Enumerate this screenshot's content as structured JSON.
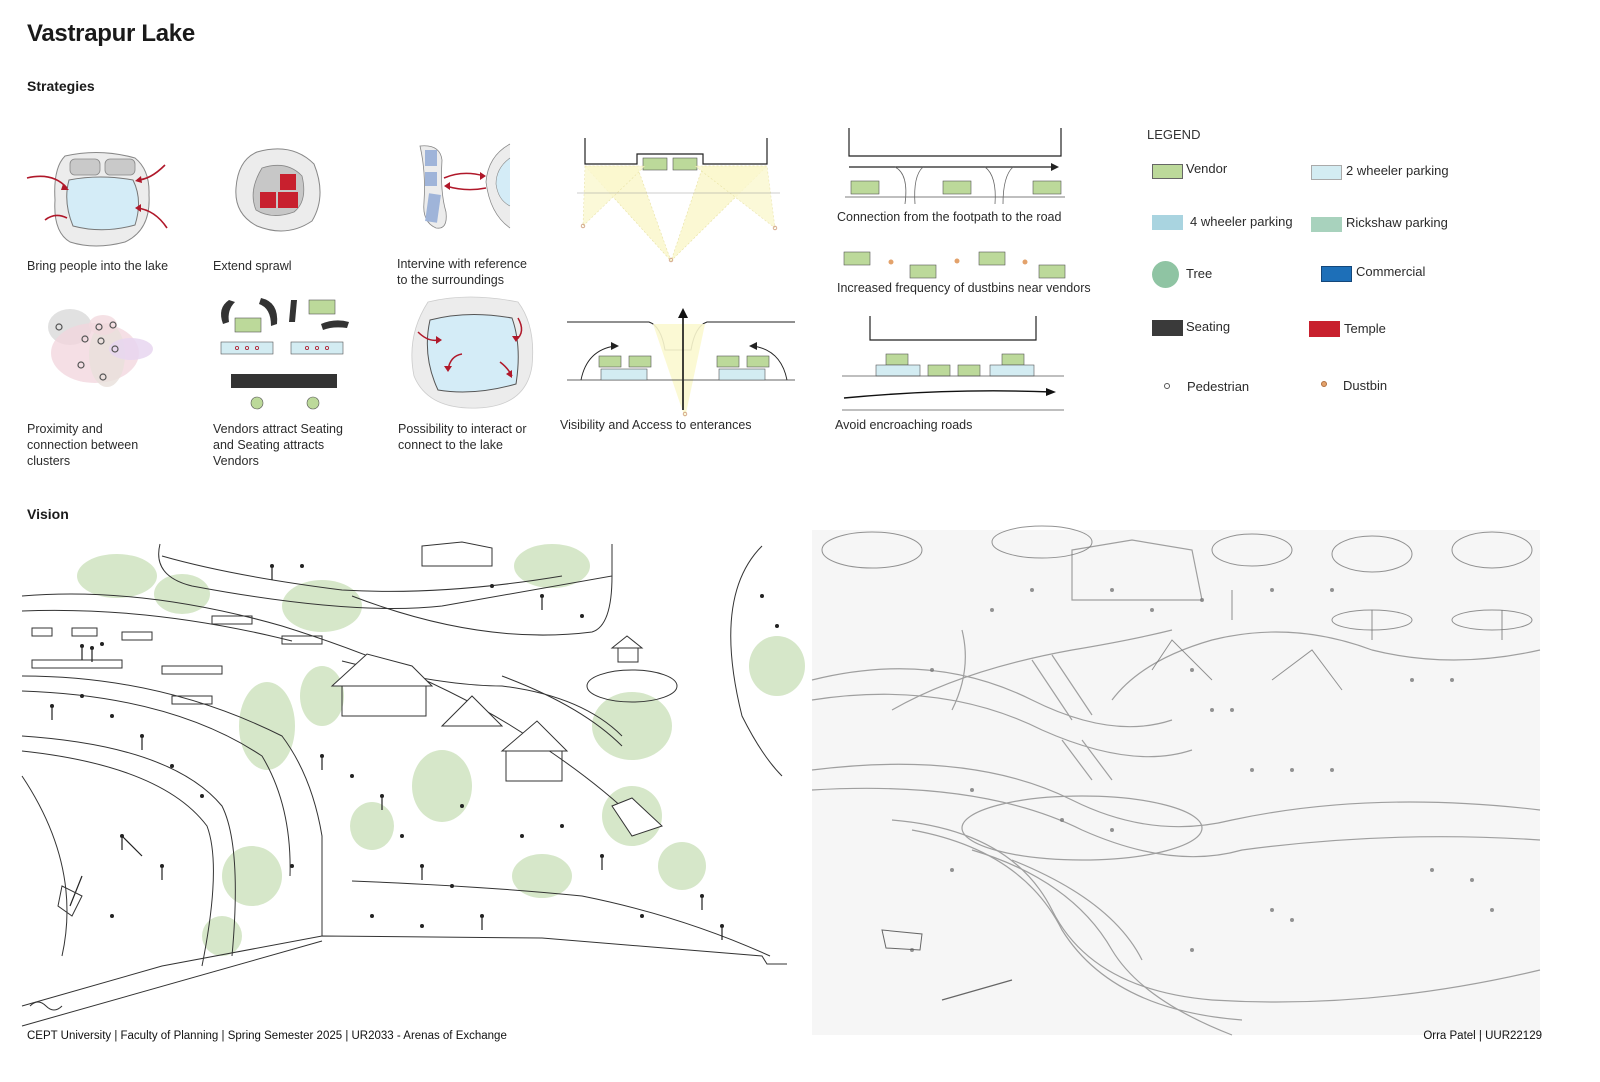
{
  "page": {
    "title": "Vastrapur Lake",
    "strategies_heading": "Strategies",
    "vision_heading": "Vision"
  },
  "strategies": {
    "bring_people": "Bring people into the lake",
    "extend_sprawl": "Extend sprawl",
    "intervine_1": "Intervine with reference",
    "intervine_2": "to the surroundings",
    "proximity_1": "Proximity and",
    "proximity_2": "connection between",
    "proximity_3": "clusters",
    "vendors_1": "Vendors attract Seating",
    "vendors_2": "and Seating attracts",
    "vendors_3": "Vendors",
    "possibility_1": "Possibility to interact or",
    "possibility_2": "connect to the lake",
    "visibility": "Visibility and Access to enterances",
    "connection": "Connection from the footpath to the road",
    "dustbins": "Increased frequency of dustbins near vendors",
    "encroach": "Avoid encroaching roads"
  },
  "legend": {
    "title": "LEGEND",
    "items": [
      {
        "label": "Vendor",
        "color": "#bcd99a"
      },
      {
        "label": "2 wheeler parking",
        "color": "#d3ecf2"
      },
      {
        "label": "4 wheeler parking",
        "color": "#a9d4e0"
      },
      {
        "label": "Rickshaw parking",
        "color": "#a8d2bd"
      },
      {
        "label": "Tree",
        "color": "#8fc4a3"
      },
      {
        "label": "Commercial",
        "color": "#1d6fb8"
      },
      {
        "label": "Seating",
        "color": "#3a3a3a"
      },
      {
        "label": "Temple",
        "color": "#c8202e"
      },
      {
        "label": "Pedestrian",
        "color": "#ffffff"
      },
      {
        "label": "Dustbin",
        "color": "#e3a26b"
      }
    ]
  },
  "footer": {
    "left": "CEPT University | Faculty of Planning | Spring Semester 2025 | UR2033 - Arenas of Exchange",
    "right": "Orra Patel | UUR22129"
  }
}
